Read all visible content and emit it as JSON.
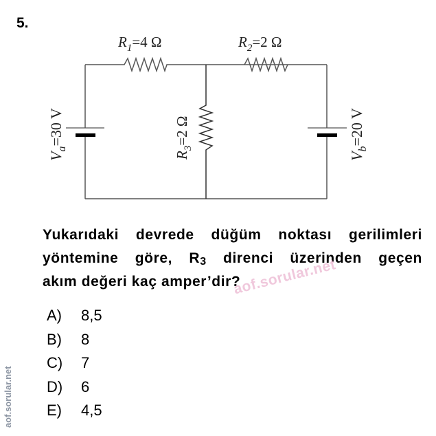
{
  "question": {
    "number": "5.",
    "text_lines": [
      "Yukarıdaki devrede düğüm noktası gerilimleri",
      "yöntemine göre, R",
      "3",
      " direnci üzerinden geçen",
      "akım değeri kaç amper’dir?"
    ],
    "full_text": "Yukarıdaki devrede düğüm noktası gerilimleri yöntemine göre, R3 direnci üzerinden geçen akım değeri kaç amper’dir?"
  },
  "circuit": {
    "r1": {
      "name": "R",
      "sub": "1",
      "value": "=4  Ω"
    },
    "r2": {
      "name": "R",
      "sub": "2",
      "value": "=2  Ω"
    },
    "r3": {
      "name": "R",
      "sub": "3",
      "value": "=2  Ω"
    },
    "va": {
      "name": "V",
      "sub": "a",
      "value": "=30 V"
    },
    "vb": {
      "name": "V",
      "sub": "b",
      "value": "=20 V"
    },
    "wire_color": "#555555"
  },
  "options": [
    {
      "letter": "A)",
      "value": "8,5"
    },
    {
      "letter": "B)",
      "value": "8"
    },
    {
      "letter": "C)",
      "value": "7"
    },
    {
      "letter": "D)",
      "value": "6"
    },
    {
      "letter": "E)",
      "value": "4,5"
    }
  ],
  "watermarks": {
    "center": "aof.sorular.net",
    "side": "aof.sorular.net",
    "center_color": "#f0c8dc",
    "side_color": "#8c95a3"
  }
}
